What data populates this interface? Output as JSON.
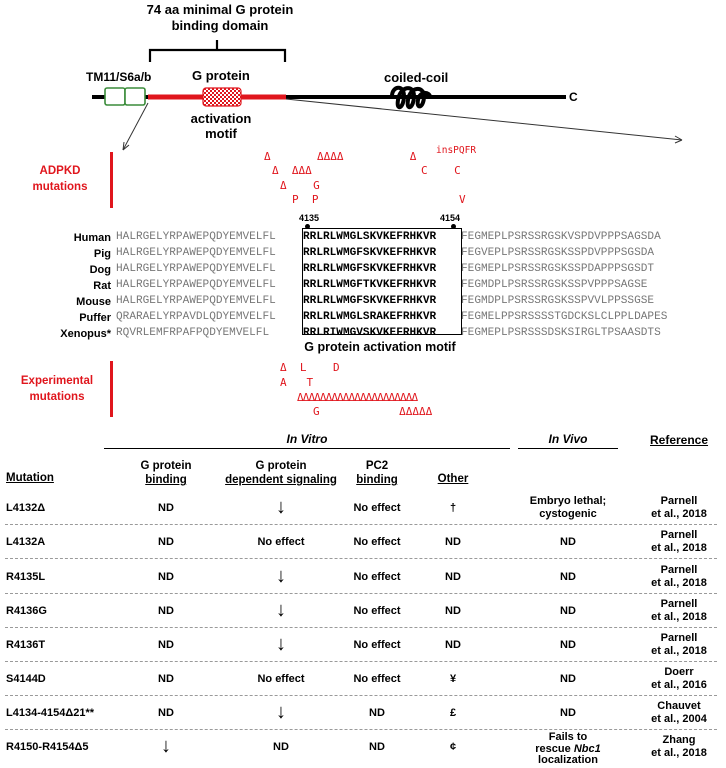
{
  "domain_header": {
    "title_line1": "74 aa minimal G protein",
    "title_line2": "binding domain"
  },
  "diagram": {
    "tm_label": "TM11/S6a/b",
    "gprotein_label": "G protein",
    "activation_line1": "activation",
    "activation_line2": "motif",
    "coiled_label": "coiled-coil",
    "c_label": "C",
    "colors": {
      "red": "#e0161d",
      "green": "#3a8c3a",
      "blue": "#1111cc"
    }
  },
  "adpkd": {
    "label_line1": "ADPKD",
    "label_line2": "mutations",
    "rows": [
      "Δ       ΔΔΔΔ          Δ",
      "C    C",
      "Δ  ΔΔΔ",
      "Δ    G",
      "P  P",
      "V"
    ],
    "ins": "insPQFR"
  },
  "alignment": {
    "pos_start": "4135",
    "pos_end": "4154",
    "motif_caption": "G protein activation motif",
    "rows": [
      {
        "name": "Human",
        "pre": "HALRGELYRPAWEPQDYEMVELFL",
        "core": "RRLRLWMGLSKVKEFRHKVR",
        "post": "FEGMEPLPSRSSRGSKVSPDVPPPSAGSDA"
      },
      {
        "name": "Pig",
        "pre": "HALRGELYRPAWEPQDYEMVELFL",
        "core": "RRLRLWMGFSKVKEFRHKVR",
        "post": "FEGVEPLPSRSSRGSKSSPDVPPPSGSDA"
      },
      {
        "name": "Dog",
        "pre": "HALRGELYRPAWEPQDYEMVELFL",
        "core": "RRLRLWMGFSKVKEFRHKVR",
        "post": "FEGMEPLPSRSSRGSKSSPDAPPPSGSDT"
      },
      {
        "name": "Rat",
        "pre": "HALRGELYRPAWEPQDYEMVELFL",
        "core": "RRLRLWMGFTKVKEFRHKVR",
        "post": "FEGMDPLPSRSSRGSKSSPVPPPSAGSE"
      },
      {
        "name": "Mouse",
        "pre": "HALRGELYRPAWEPQDYEMVELFL",
        "core": "RRLRLWMGFSKVKEFRHKVR",
        "post": "FEGMDPLPSRSSRGSKSSPVVLPPSSGSE"
      },
      {
        "name": "Puffer",
        "pre": "QRARAELYRPAVDLQDYEMVELFL",
        "core": "RRLRLWMGLSRAKEFRHKVR",
        "post": "FEGMELPPSRSSSSTGDCKSLCLPPLDAPES"
      },
      {
        "name": "Xenopus*",
        "pre": "RQVRLEMFRPAFPQDYEMVELFL",
        "core": "RRLRIWMGVSKVKEFRHKVR",
        "post": "FEGMEPLPSRSSSDSKSIRGLTPSAASDTS"
      }
    ]
  },
  "experimental": {
    "label_line1": "Experimental",
    "label_line2": "mutations",
    "rows": [
      "Δ  L    D",
      "A   T",
      "ΔΔΔΔΔΔΔΔΔΔΔΔΔΔΔΔΔΔΔΔΔ",
      "G            ΔΔΔΔΔ"
    ]
  },
  "table": {
    "group_invitro": "In Vitro",
    "group_invivo": "In Vivo",
    "group_reference": "Reference",
    "headers": {
      "mutation": "Mutation",
      "gbinding_1": "G protein",
      "gbinding_2": "binding",
      "gsignal_1": "G protein",
      "gsignal_2": "dependent signaling",
      "pc2_1": "PC2",
      "pc2_2": "binding",
      "other": "Other"
    },
    "rows": [
      {
        "mutation": "L4132Δ",
        "gbind": "ND",
        "gsig": "↓",
        "pc2": "No effect",
        "other": "†",
        "invivo1": "Embryo lethal;",
        "invivo2": "cystogenic",
        "ref1": "Parnell",
        "ref2": "et al., 2018"
      },
      {
        "mutation": "L4132A",
        "gbind": "ND",
        "gsig": "No effect",
        "pc2": "No effect",
        "other": "ND",
        "invivo1": "ND",
        "invivo2": "",
        "ref1": "Parnell",
        "ref2": "et al., 2018"
      },
      {
        "mutation": "R4135L",
        "gbind": "ND",
        "gsig": "↓",
        "pc2": "No effect",
        "other": "ND",
        "invivo1": "ND",
        "invivo2": "",
        "ref1": "Parnell",
        "ref2": "et al., 2018"
      },
      {
        "mutation": "R4136G",
        "gbind": "ND",
        "gsig": "↓",
        "pc2": "No effect",
        "other": "ND",
        "invivo1": "ND",
        "invivo2": "",
        "ref1": "Parnell",
        "ref2": "et al., 2018"
      },
      {
        "mutation": "R4136T",
        "gbind": "ND",
        "gsig": "↓",
        "pc2": "No effect",
        "other": "ND",
        "invivo1": "ND",
        "invivo2": "",
        "ref1": "Parnell",
        "ref2": "et al., 2018"
      },
      {
        "mutation": "S4144D",
        "gbind": "ND",
        "gsig": "No effect",
        "pc2": "No effect",
        "other": "¥",
        "invivo1": "ND",
        "invivo2": "",
        "ref1": "Doerr",
        "ref2": "et al., 2016"
      },
      {
        "mutation": "L4134-4154Δ21**",
        "gbind": "ND",
        "gsig": "↓",
        "pc2": "ND",
        "other": "£",
        "invivo1": "ND",
        "invivo2": "",
        "ref1": "Chauvet",
        "ref2": "et al., 2004"
      },
      {
        "mutation": "R4150-R4154Δ5",
        "gbind": "↓",
        "gsig": "ND",
        "pc2": "ND",
        "other": "¢",
        "invivo1": "Fails to",
        "invivo2": "rescue",
        "invivo_ital": "Nbc1",
        "invivo3": "localization",
        "ref1": "Zhang",
        "ref2": "et al., 2018"
      }
    ]
  }
}
